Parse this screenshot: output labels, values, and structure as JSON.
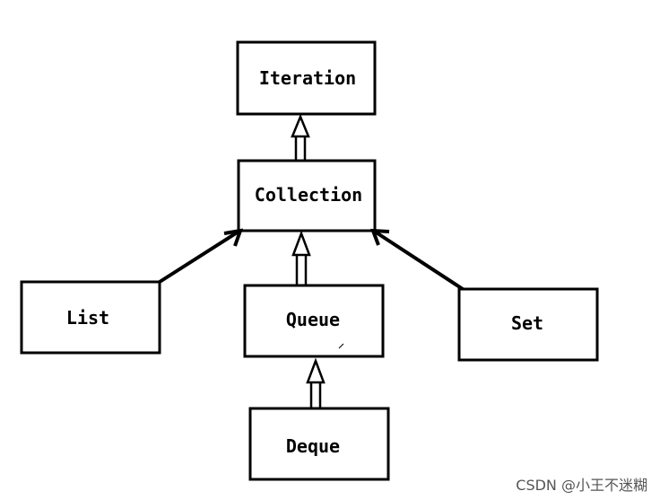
{
  "diagram": {
    "nodes": {
      "iteration": "Iteration",
      "collection": "Collection",
      "list": "List",
      "queue": "Queue",
      "set": "Set",
      "deque": "Deque"
    },
    "edges": [
      {
        "from": "Collection",
        "to": "Iteration",
        "style": "hollow-double-arrow"
      },
      {
        "from": "Queue",
        "to": "Collection",
        "style": "hollow-double-arrow"
      },
      {
        "from": "Deque",
        "to": "Queue",
        "style": "hollow-double-arrow"
      },
      {
        "from": "List",
        "to": "Collection",
        "style": "solid-arrow"
      },
      {
        "from": "Set",
        "to": "Collection",
        "style": "solid-arrow"
      }
    ]
  },
  "watermark": "CSDN @小王不迷糊"
}
